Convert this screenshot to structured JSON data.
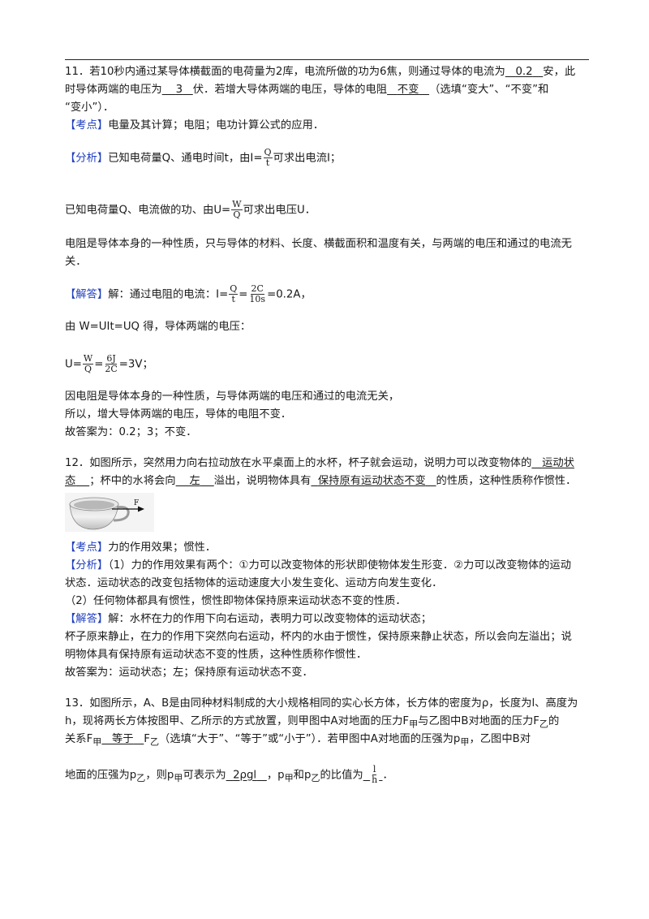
{
  "q11": {
    "l1_a": "11．若10秒内通过某导体横截面的电荷量为2库，电流所做的功为6焦，则通过导体的电流为",
    "ans_current": "0.2",
    "l1_b": "安，此",
    "l2_a": "时导体两端的电压为",
    "ans_voltage": "3",
    "l2_b": "伏．若增大导体两端的电压，导体的电阻",
    "ans_resistance": "不变",
    "l2_c": "（选填“变大”、“不变”和",
    "l3": "“变小”）．",
    "kaodian_tag": "【考点】",
    "kaodian": "电量及其计算；电阻；电功计算公式的应用．",
    "fenxi_tag": "【分析】",
    "fenxi1_a": "已知电荷量Q、通电时间t，由I=",
    "fenxi1_b": "可求出电流I；",
    "fenxi2_a": "已知电荷量Q、电流做的功、由U=",
    "fenxi2_b": "可求出电压U．",
    "fenxi3": "电阻是导体本身的一种性质，只与导体的材料、长度、横截面积和温度有关，与两端的电压和通过的电流无",
    "fenxi4": "关．",
    "jieda_tag": "【解答】",
    "jieda1_a": "解：通过电阻的电流：I=",
    "jieda1_b": "=0.2A，",
    "jieda2": "由 W=UIt=UQ 得，导体两端的电压：",
    "jieda3_a": "U=",
    "jieda3_b": "=3V；",
    "jieda4": "因电阻是导体本身的一种性质，与导体两端的电压和通过的电流无关，",
    "jieda5": "所以，增大导体两端的电压，导体的电阻不变．",
    "answer": "故答案为：0.2；3；不变．",
    "frac_Qt": {
      "num": "Q",
      "den": "t"
    },
    "frac_WQ": {
      "num": "W",
      "den": "Q"
    },
    "frac_2C10s": {
      "num": "2C",
      "den": "10s"
    },
    "frac_6J2C": {
      "num": "6J",
      "den": "2C"
    }
  },
  "q12": {
    "l1_a": "12．如图所示，突然用力向右拉动放在水平桌面上的水杯，杯子就会运动，说明力可以改变物体的",
    "ans_state_a": "运动状",
    "ans_state_b": "态",
    "l2_a": "；杯中的水将会向",
    "ans_dir": "左",
    "l2_b": "溢出，说明物体具有",
    "ans_inertia": "保持原有运动状态不变",
    "l2_c": "的性质，这种性质称作惯性．",
    "figure_label": "F",
    "kaodian_tag": "【考点】",
    "kaodian": "力的作用效果；惯性．",
    "fenxi_tag": "【分析】",
    "fenxi1": "（1）力的作用效果有两个：①力可以改变物体的形状即使物体发生形变．②力可以改变物体的运动",
    "fenxi2": "状态．运动状态的改变包括物体的运动速度大小发生变化、运动方向发生变化．",
    "fenxi3": "（2）任何物体都具有惯性，惯性即物体保持原来运动状态不变的性质．",
    "jieda_tag": "【解答】",
    "jieda1": "解：水杯在力的作用下向右运动，表明力可以改变物体的运动状态；",
    "jieda2": "杯子原来静止，在力的作用下突然向右运动，杯内的水由于惯性，保持原来静止状态，所以会向左溢出；说",
    "jieda3": "明物体具有保持原有运动状态不变的性质，这种性质称作惯性．",
    "answer": "故答案为：运动状态；左；保持原有运动状态不变．"
  },
  "q13": {
    "l1": "13．如图所示，A、B是由同种材料制成的大小规格相同的实心长方体，长方体的密度为ρ，长度为l、高度为",
    "l2_a": "h，现将两长方体按图甲、乙所示的方式放置，则甲图中A对地面的压力F",
    "sub_jia": "甲",
    "l2_b": "与乙图中B对地面的压力F",
    "sub_yi": "乙",
    "l2_c": "的",
    "l3_a": "关系F",
    "ans_relation": "等于",
    "l3_b": "F",
    "l3_c": "（选填“大于”、“等于”或“小于”）．若甲图中A对地面的压强为p",
    "l3_d": "，乙图中B对",
    "l4_a": "地面的压强为p",
    "l4_b": "，则p",
    "l4_c": "可表示为",
    "ans_p": "2ρgl",
    "l4_d": "，p",
    "l4_e": "和p",
    "l4_f": "的比值为",
    "frac_lh": {
      "num": "l",
      "den": "h"
    },
    "l4_g": "．"
  }
}
